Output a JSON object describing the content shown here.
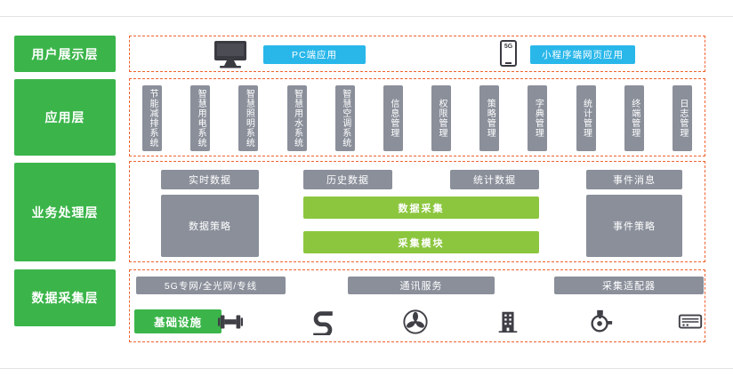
{
  "colors": {
    "layer_green": "#3bb54a",
    "bar_light_green": "#8cc63e",
    "cyan": "#29b7ea",
    "box_gray": "#8a8f9a",
    "dashed_border": "#f0622c"
  },
  "layers": {
    "display": {
      "label": "用户展示层"
    },
    "application": {
      "label": "应用层"
    },
    "business": {
      "label": "业务处理层"
    },
    "collection": {
      "label": "数据采集层"
    }
  },
  "display_row": {
    "pc_app": "PC端应用",
    "mobile_app": "小程序端网页应用",
    "phone_5g": "5G"
  },
  "app_layer": {
    "items": [
      "节能减排系统",
      "智慧用电系统",
      "智慧照明系统",
      "智慧用水系统",
      "智慧空调系统",
      "信息管理",
      "权限管理",
      "策略管理",
      "字典管理",
      "统计管理",
      "终端管理",
      "日志管理"
    ]
  },
  "business_layer": {
    "realtime": "实时数据",
    "history": "历史数据",
    "statistics": "统计数据",
    "event_message": "事件消息",
    "data_strategy": "数据策略",
    "event_strategy": "事件策略",
    "data_collect": "数据采集",
    "collect_module": "采集模块"
  },
  "collection_layer": {
    "network": "5G专网/全光网/专线",
    "comm_service": "通讯服务",
    "adapter": "采集适配器",
    "infrastructure": "基础设施"
  }
}
